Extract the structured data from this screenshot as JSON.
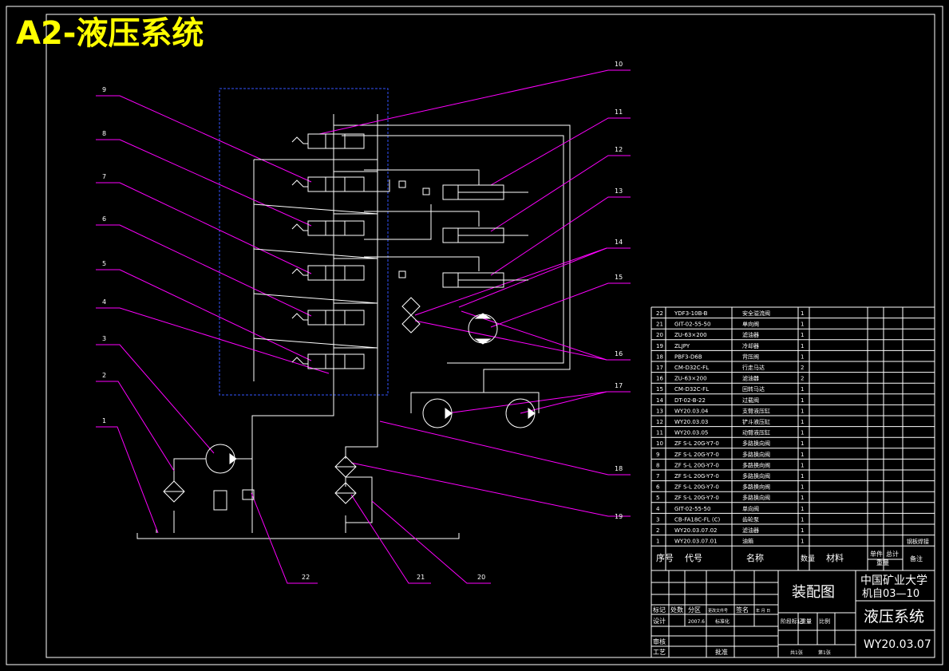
{
  "sheet_title": "A2-液压系统",
  "callouts": [
    "1",
    "2",
    "3",
    "4",
    "5",
    "6",
    "7",
    "8",
    "9",
    "10",
    "11",
    "12",
    "13",
    "14",
    "15",
    "16",
    "17",
    "18",
    "19",
    "20",
    "21",
    "22"
  ],
  "bom": [
    {
      "no": "22",
      "code": "YDF3-10B-B",
      "name": "安全溢流阀",
      "qty": "1"
    },
    {
      "no": "21",
      "code": "GIT-02-55-50",
      "name": "单向阀",
      "qty": "1"
    },
    {
      "no": "20",
      "code": "ZU-63×200",
      "name": "滤油器",
      "qty": "1"
    },
    {
      "no": "19",
      "code": "ZLJPY",
      "name": "冷却器",
      "qty": "1"
    },
    {
      "no": "18",
      "code": "PBF3-D6B",
      "name": "背压阀",
      "qty": "1"
    },
    {
      "no": "17",
      "code": "CM-D32C-FL",
      "name": "行走马达",
      "qty": "2"
    },
    {
      "no": "16",
      "code": "ZU-63×200",
      "name": "滤油器",
      "qty": "2"
    },
    {
      "no": "15",
      "code": "CM-D32C-FL",
      "name": "回转马达",
      "qty": "1"
    },
    {
      "no": "14",
      "code": "DT-02-B-22",
      "name": "过载阀",
      "qty": "1"
    },
    {
      "no": "13",
      "code": "WY20.03.04",
      "name": "支臂液压缸",
      "qty": "1"
    },
    {
      "no": "12",
      "code": "WY20.03.03",
      "name": "铲斗液压缸",
      "qty": "1"
    },
    {
      "no": "11",
      "code": "WY20.03.05",
      "name": "动臂液压缸",
      "qty": "1"
    },
    {
      "no": "10",
      "code": "ZF S-L 20G-Y7-0",
      "name": "多路换向阀",
      "qty": "1"
    },
    {
      "no": "9",
      "code": "ZF S-L 20G-Y7-0",
      "name": "多路换向阀",
      "qty": "1"
    },
    {
      "no": "8",
      "code": "ZF S-L 20G-Y7-0",
      "name": "多路换向阀",
      "qty": "1"
    },
    {
      "no": "7",
      "code": "ZF S-L 20G-Y7-0",
      "name": "多路换向阀",
      "qty": "1"
    },
    {
      "no": "6",
      "code": "ZF S-L 20G-Y7-0",
      "name": "多路换向阀",
      "qty": "1"
    },
    {
      "no": "5",
      "code": "ZF S-L 20G-Y7-0",
      "name": "多路换向阀",
      "qty": "1"
    },
    {
      "no": "4",
      "code": "GIT-02-55-50",
      "name": "单向阀",
      "qty": "1"
    },
    {
      "no": "3",
      "code": "CB-FA18C-FL (C)",
      "name": "齿轮泵",
      "qty": "1"
    },
    {
      "no": "2",
      "code": "WY20.03.07.02",
      "name": "滤油器",
      "qty": "1"
    },
    {
      "no": "1",
      "code": "WY20.03.07.01",
      "name": "油箱",
      "qty": "1"
    }
  ],
  "bom_header": {
    "no": "序号",
    "code": "代号",
    "name": "名称",
    "qty": "数量",
    "material": "材料",
    "unit_w": "单件",
    "total_w": "总计",
    "weight": "重量",
    "remark": "备注",
    "corner_note": "钢板焊接"
  },
  "title_block": {
    "university": "中国矿业大学",
    "class": "机自03—10",
    "drawing_type": "装配图",
    "name": "液压系统",
    "drawing_no": "WY20.03.07",
    "mark": "标记",
    "count": "处数",
    "zone": "分区",
    "change_doc": "更改文件号",
    "sign": "签名",
    "date": "年 月 日",
    "design": "设计",
    "design_date": "2007.6",
    "std": "标准化",
    "stage_mark": "阶段标记",
    "weight": "重量",
    "scale": "比例",
    "review": "审核",
    "process": "工艺",
    "approve": "批准",
    "sheets": "共1张",
    "sheet": "第1张"
  },
  "colors": {
    "background": "#000000",
    "lines": "#ffffff",
    "leaders": "#ff00ff",
    "manifold_box": "#3355ff",
    "title": "#ffff00",
    "symbols": "#ffffff"
  }
}
